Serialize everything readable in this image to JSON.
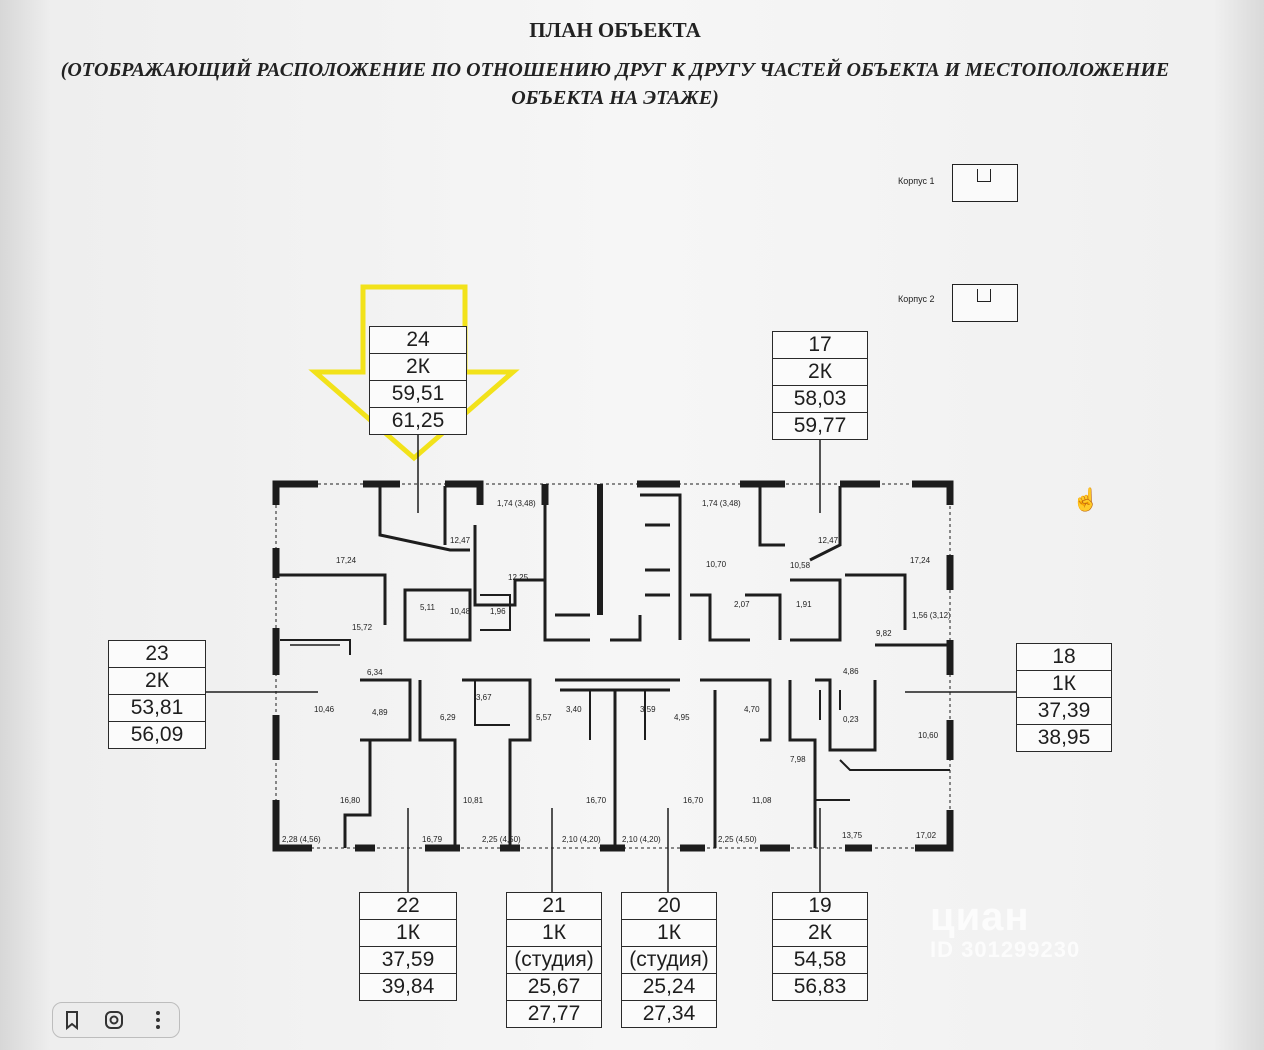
{
  "title": "ПЛАН ОБЪЕКТА",
  "subtitle": "(ОТОБРАЖАЮЩИЙ РАСПОЛОЖЕНИЕ ПО ОТНОШЕНИЮ ДРУГ К ДРУГУ ЧАСТЕЙ ОБЪЕКТА И МЕСТОПОЛОЖЕНИЕ ОБЪЕКТА НА ЭТАЖЕ)",
  "key_plans": [
    {
      "label": "Корпус 1"
    },
    {
      "label": "Корпус 2"
    }
  ],
  "highlight_color": "#f2e21a",
  "apartments": [
    {
      "number": "24",
      "type": "2К",
      "area_living": "59,51",
      "area_total": "61,25"
    },
    {
      "number": "17",
      "type": "2К",
      "area_living": "58,03",
      "area_total": "59,77"
    },
    {
      "number": "23",
      "type": "2К",
      "area_living": "53,81",
      "area_total": "56,09"
    },
    {
      "number": "18",
      "type": "1К",
      "area_living": "37,39",
      "area_total": "38,95"
    },
    {
      "number": "22",
      "type": "1К",
      "area_living": "37,59",
      "area_total": "39,84"
    },
    {
      "number": "21",
      "type": "1К",
      "subtype": "(студия)",
      "area_living": "25,67",
      "area_total": "27,77"
    },
    {
      "number": "20",
      "type": "1К",
      "subtype": "(студия)",
      "area_living": "25,24",
      "area_total": "27,34"
    },
    {
      "number": "19",
      "type": "2К",
      "area_living": "54,58",
      "area_total": "56,83"
    }
  ],
  "room_areas": [
    "1,74 (3,48)",
    "12,47",
    "17,24",
    "12,25",
    "5,11",
    "10,48",
    "1,96",
    "15,72",
    "6,34",
    "4,89",
    "10,46",
    "6,29",
    "3,67",
    "5,57",
    "3,40",
    "3,59",
    "4,95",
    "4,70",
    "1,74 (3,48)",
    "10,70",
    "12,47",
    "10,58",
    "17,24",
    "2,07",
    "1,91",
    "1,56 (3,12)",
    "9,82",
    "4,86",
    "0,23",
    "10,60",
    "7,98",
    "16,80",
    "10,81",
    "16,70",
    "16,70",
    "11,08",
    "2,28 (4,56)",
    "16,79",
    "2,25 (4,50)",
    "2,10 (4,20)",
    "2,10 (4,20)",
    "2,25 (4,50)",
    "13,75",
    "17,02"
  ],
  "watermark": {
    "brand": "циан",
    "id": "ID 301299230"
  },
  "toolbar": {
    "bookmark_icon": "bookmark-icon",
    "search_icon": "lens-icon",
    "more_icon": "more-icon"
  }
}
